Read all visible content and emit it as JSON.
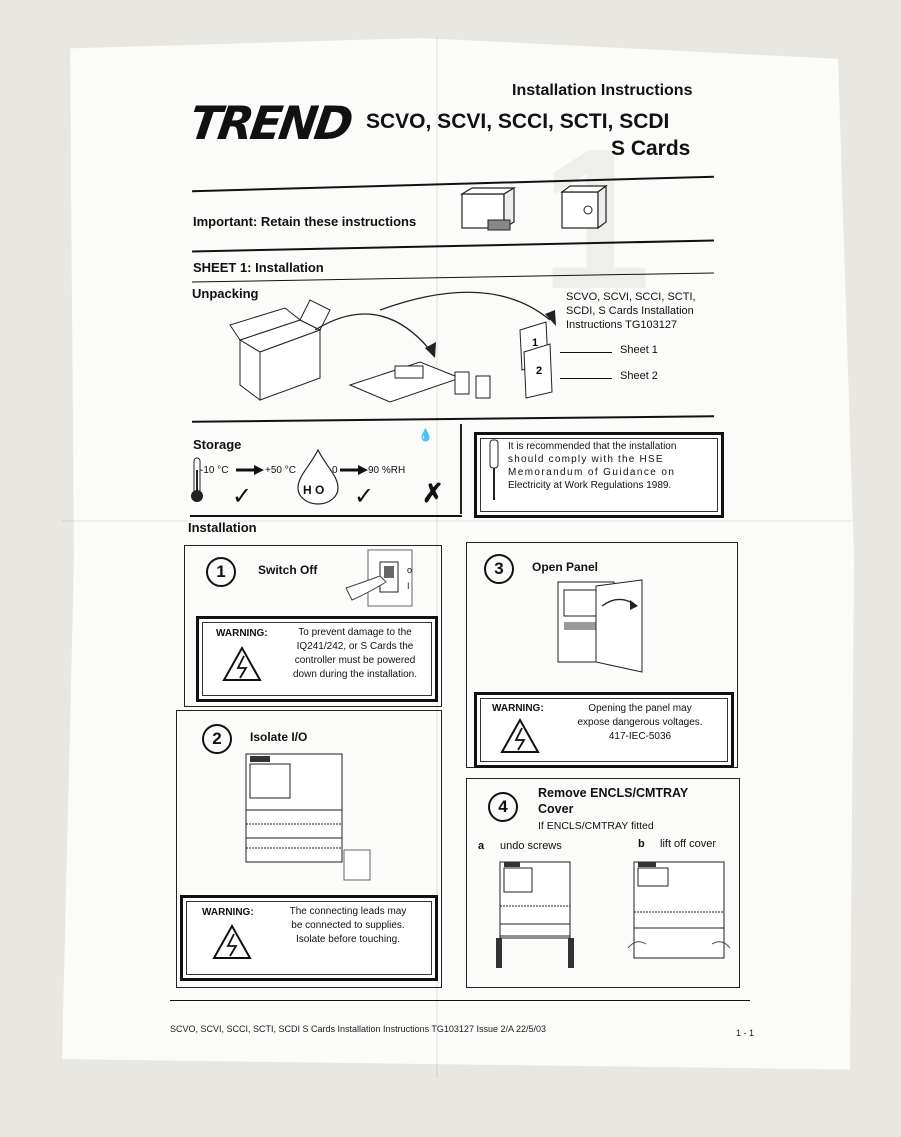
{
  "header": {
    "logo": "TREND",
    "installation_instructions": "Installation Instructions",
    "models": "SCVO, SCVI, SCCI, SCTI, SCDI",
    "s_cards": "S Cards",
    "sheet_number": "1"
  },
  "important": "Important: Retain these instructions",
  "sheet_title": "SHEET 1: Installation",
  "unpacking": {
    "title": "Unpacking",
    "doc_title_line1": "SCVO, SCVI, SCCI, SCTI,",
    "doc_title_line2": "SCDI, S Cards Installation",
    "doc_title_line3": "Instructions TG103127",
    "sheet1_label": "Sheet 1",
    "sheet2_label": "Sheet 2"
  },
  "storage": {
    "title": "Storage",
    "temp_low": "-10 °C",
    "temp_high": "+50 °C",
    "humidity_low": "0",
    "humidity_high": "90 %RH",
    "h2o": "H O"
  },
  "recommendation": {
    "line1": "It is recommended that the installation",
    "line2": "should comply with the HSE",
    "line3": "Memorandum of Guidance on",
    "line4": "Electricity at Work Regulations 1989."
  },
  "installation_title": "Installation",
  "steps": [
    {
      "number": "1",
      "title": "Switch Off"
    },
    {
      "number": "2",
      "title": "Isolate I/O"
    },
    {
      "number": "3",
      "title": "Open Panel"
    },
    {
      "number": "4",
      "title": "Remove ENCLS/CMTRAY",
      "title_line2": "Cover",
      "subtitle": "If ENCLS/CMTRAY fitted",
      "a_label": "a",
      "a_text": "undo screws",
      "b_label": "b",
      "b_text": "lift off cover"
    }
  ],
  "warnings": {
    "label": "WARNING:",
    "w1": [
      "To prevent damage to the",
      "IQ241/242, or S Cards the",
      "controller must be powered",
      "down during the installation."
    ],
    "w2": [
      "The connecting leads may",
      "be connected to supplies.",
      "Isolate before touching."
    ],
    "w3": [
      "Opening the panel may",
      "expose dangerous voltages.",
      "417-IEC-5036"
    ]
  },
  "switch_marks": {
    "off": "o",
    "on": "I"
  },
  "footer": "SCVO, SCVI, SCCI, SCTI, SCDI S Cards Installation Instructions TG103127 Issue 2/A 22/5/03",
  "page_number": "1 - 1"
}
